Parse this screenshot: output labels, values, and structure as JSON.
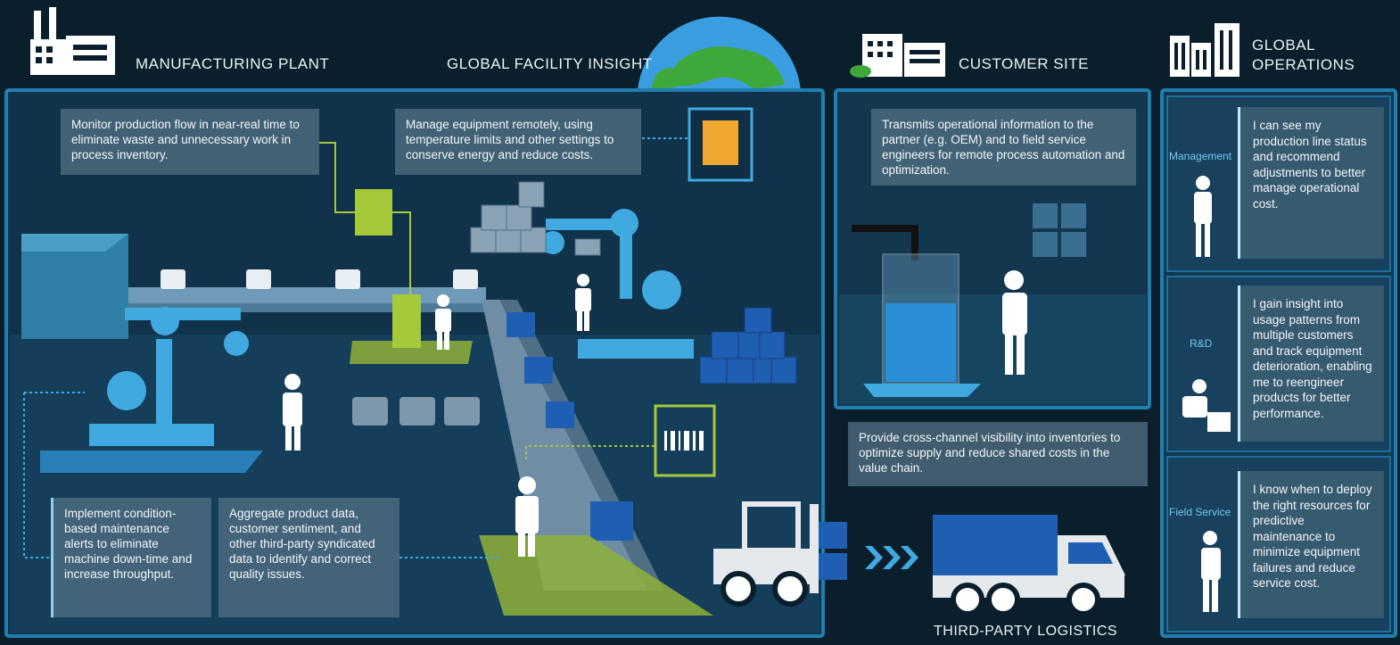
{
  "headers": {
    "manufacturing": "MANUFACTURING PLANT",
    "global_facility": "GLOBAL FACILITY INSIGHT",
    "customer_site": "CUSTOMER SITE",
    "global_operations_line1": "GLOBAL",
    "global_operations_line2": "OPERATIONS",
    "logistics": "THIRD-PARTY LOGISTICS"
  },
  "notes": {
    "monitor": "Monitor production flow in near-real time to eliminate waste and unnecessary work in process inventory.",
    "manage": "Manage equipment remotely, using temperature limits and other settings to conserve energy and reduce costs.",
    "transmits": "Transmits operational information to the partner (e.g. OEM) and to field service engineers for remote process automation and optimization.",
    "visibility": "Provide cross-channel visibility into inventories to optimize supply and reduce shared costs in the value chain.",
    "maintenance": "Implement condition-based maintenance alerts to eliminate machine down-time and increase throughput.",
    "aggregate": "Aggregate product data, customer sentiment, and other third-party syndicated data to identify and correct quality issues."
  },
  "roles": [
    {
      "label": "Management",
      "text": "I can see my production line status and recommend adjustments to better manage operational cost."
    },
    {
      "label": "R&D",
      "text": "I gain insight into usage patterns from multiple customers and track equipment deterioration, enabling me to reengineer products for better performance."
    },
    {
      "label": "Field Service",
      "text": "I know when to deploy the right resources for predictive maintenance to minimize equipment failures and reduce service cost."
    }
  ],
  "colors": {
    "background": "#0b1e2c",
    "panel_border": "#1f7fb0",
    "robot_blue": "#3fa9e0",
    "accent_green": "#a6c93a",
    "box_blue": "#1f5fb3"
  }
}
